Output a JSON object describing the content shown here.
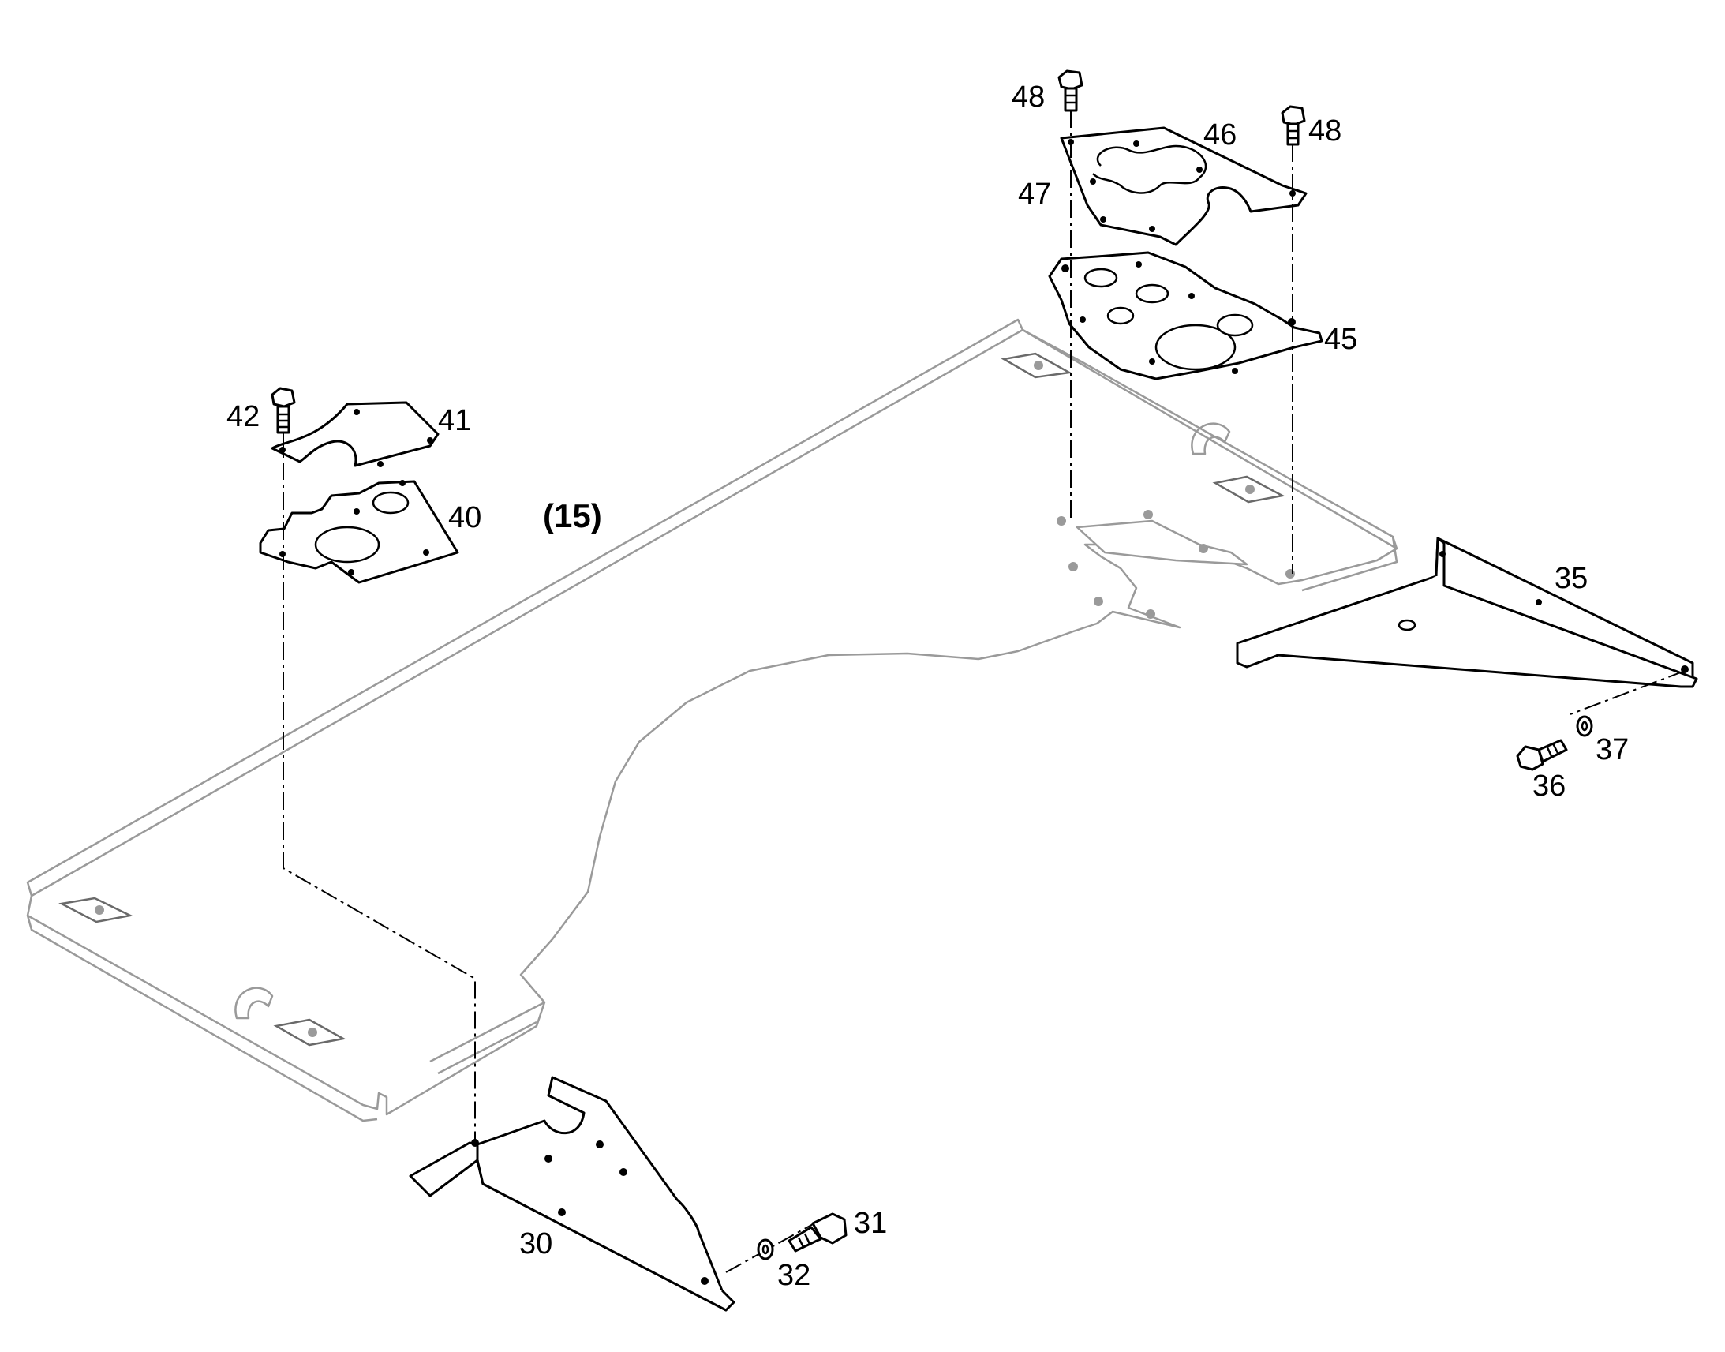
{
  "assembly_reference": "(15)",
  "callouts": {
    "c30": "30",
    "c31": "31",
    "c32": "32",
    "c35": "35",
    "c36": "36",
    "c37": "37",
    "c40": "40",
    "c41": "41",
    "c42": "42",
    "c45": "45",
    "c46": "46",
    "c47": "47",
    "c48a": "48",
    "c48b": "48"
  }
}
